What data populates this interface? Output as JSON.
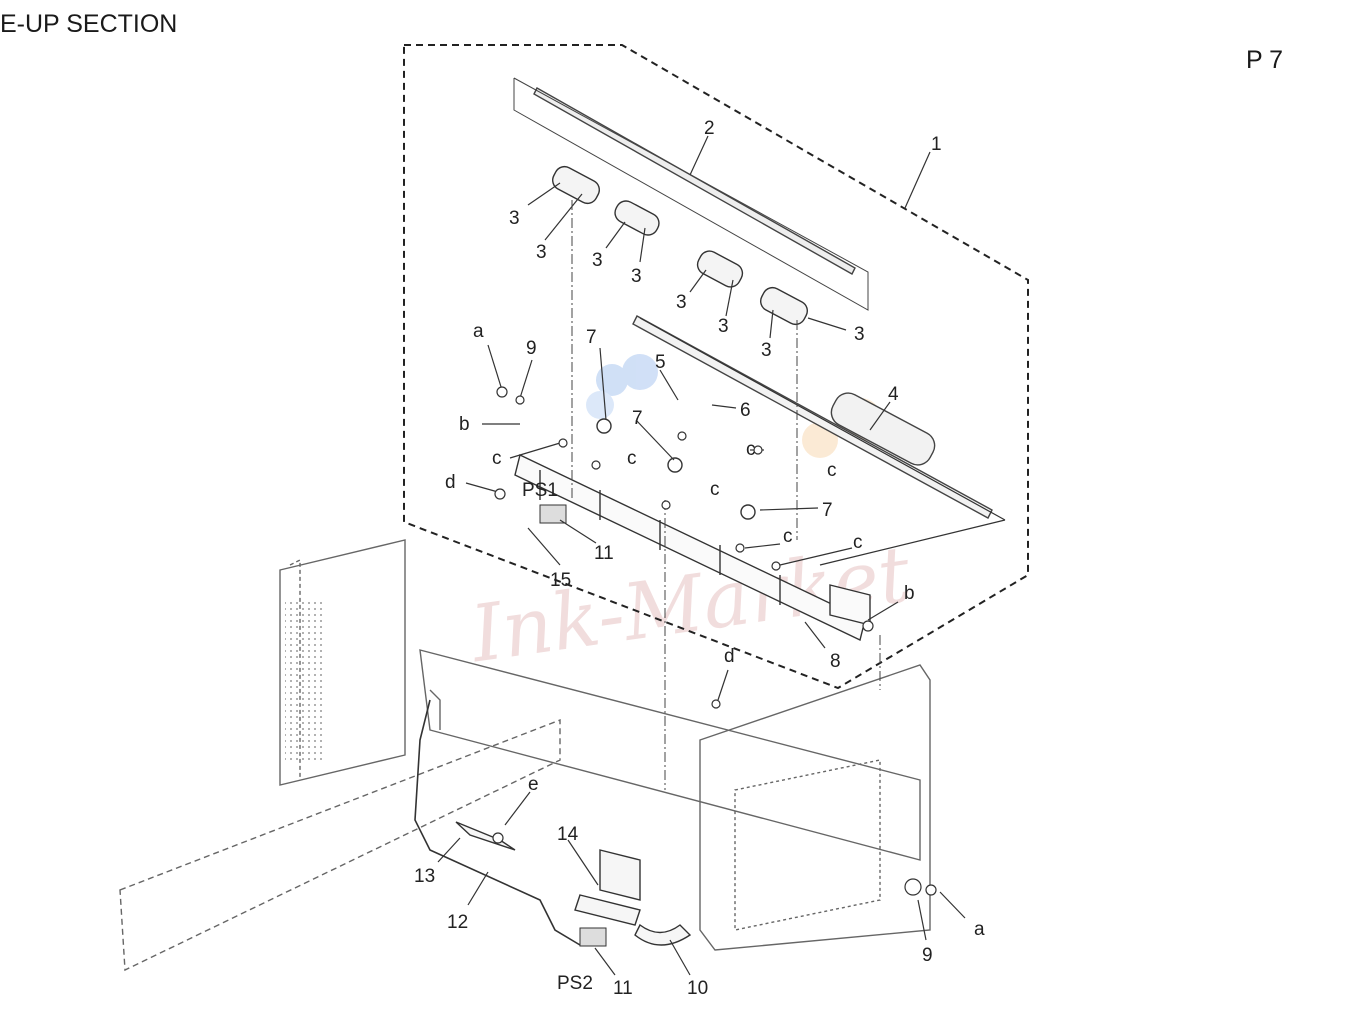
{
  "header": {
    "title": "E-UP SECTION",
    "page": "P 7"
  },
  "watermark": "Ink-Market",
  "colors": {
    "line": "#333333",
    "part": "#555555",
    "accent_blue": "#7aa7e8",
    "accent_orange": "#f5c58a"
  },
  "callouts": {
    "c1": "1",
    "c2": "2",
    "c3a": "3",
    "c3b": "3",
    "c3c": "3",
    "c3d": "3",
    "c3e": "3",
    "c3f": "3",
    "c3g": "3",
    "c3h": "3",
    "c4": "4",
    "c5": "5",
    "c6": "6",
    "c7a": "7",
    "c7b": "7",
    "c7c": "7",
    "c8": "8",
    "c9a": "9",
    "c9b": "9",
    "c10": "10",
    "c11a": "11",
    "c11b": "11",
    "c12": "12",
    "c13": "13",
    "c14": "14",
    "c15": "15",
    "ps1": "PS1",
    "ps2": "PS2",
    "la1": "a",
    "la2": "a",
    "lb1": "b",
    "lb2": "b",
    "lc1": "c",
    "lc2": "c",
    "lc3": "c",
    "lc4": "c",
    "lc5": "c",
    "lc6": "c",
    "lc7": "c",
    "ld1": "d",
    "ld2": "d",
    "le1": "e"
  }
}
